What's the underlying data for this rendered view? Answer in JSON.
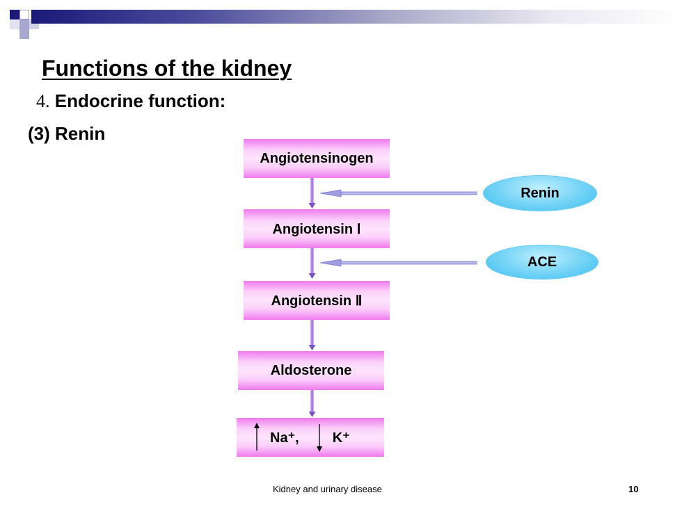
{
  "title": "Functions of the kidney",
  "section": {
    "number": "4.",
    "label": "Endocrine function:"
  },
  "subsection": "(3) Renin",
  "flow": {
    "step1": "Angiotensinogen",
    "step2": "Angiotensin Ⅰ",
    "step3": "Angiotensin Ⅱ",
    "step4": "Aldosterone",
    "step5_na": "Na⁺,",
    "step5_k": "K⁺"
  },
  "enzymes": {
    "renin": "Renin",
    "ace": "ACE"
  },
  "footer": {
    "text": "Kidney and urinary disease",
    "page": "10"
  },
  "colors": {
    "box_edge": "#f07bee",
    "box_center": "#fde4fc",
    "ellipse": "#38bdf0",
    "header_bar": "#1a1a78"
  }
}
